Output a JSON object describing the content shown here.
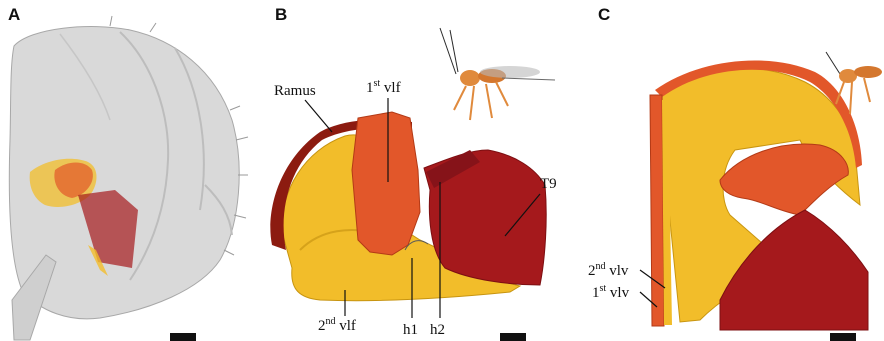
{
  "panels": {
    "a": {
      "letter": "A"
    },
    "b": {
      "letter": "B",
      "labels": {
        "ramus": "Ramus",
        "vlf1_sup": "st",
        "vlf1_num": "1",
        "vlf1_text": "vlf",
        "t9": "T9",
        "vlf2_num": "2",
        "vlf2_sup": "nd",
        "vlf2_text": "vlf",
        "h1": "h1",
        "h2": "h2"
      }
    },
    "c": {
      "letter": "C",
      "labels": {
        "vlv2_num": "2",
        "vlv2_sup": "nd",
        "vlv2_text": "vlv",
        "vlv1_num": "1",
        "vlv1_sup": "st",
        "vlv1_text": "vlv"
      }
    }
  },
  "colors": {
    "cuticle_gray": "#d9d9d9",
    "second_valvifer_yellow": "#f2bd2a",
    "first_valvifer_orange": "#e2572a",
    "t9_red": "#a5191c",
    "wasp_orange": "#e08a3c"
  }
}
